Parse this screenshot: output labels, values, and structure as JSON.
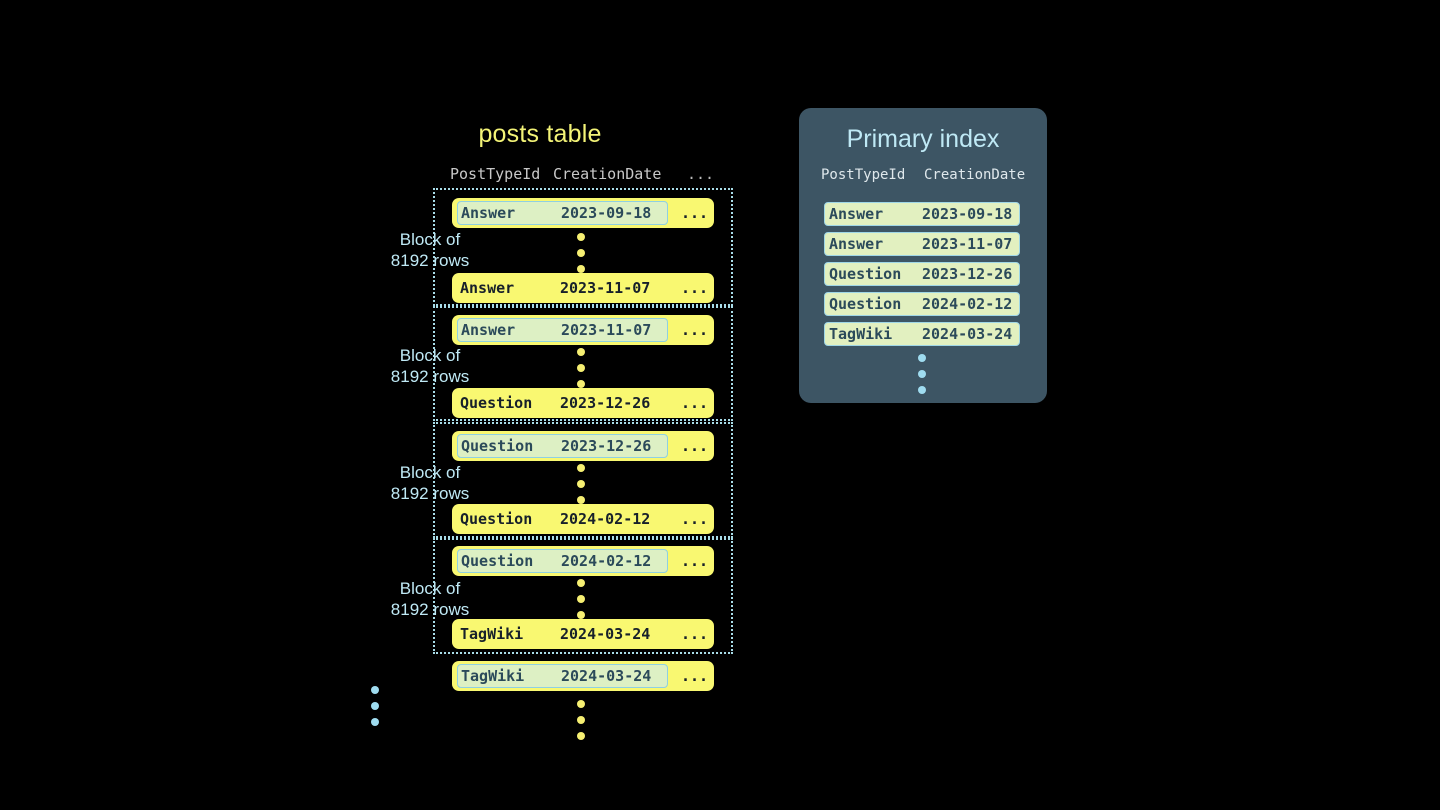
{
  "posts_table": {
    "title": "posts table",
    "columns": [
      "PostTypeId",
      "CreationDate",
      "..."
    ],
    "block_label": "Block of\n8192 rows",
    "block_label_line1": "Block of",
    "block_label_line2": "8192 rows",
    "row_ellipsis": "...",
    "blocks": [
      {
        "label_line1": "Block of",
        "label_line2": "8192 rows",
        "first_row": {
          "post_type_id": "Answer",
          "creation_date": "2023-09-18",
          "more": "...",
          "highlighted": true
        },
        "last_row": {
          "post_type_id": "Answer",
          "creation_date": "2023-11-07",
          "more": "...",
          "highlighted": false
        }
      },
      {
        "label_line1": "Block of",
        "label_line2": "8192 rows",
        "first_row": {
          "post_type_id": "Answer",
          "creation_date": "2023-11-07",
          "more": "...",
          "highlighted": true
        },
        "last_row": {
          "post_type_id": "Question",
          "creation_date": "2023-12-26",
          "more": "...",
          "highlighted": false
        }
      },
      {
        "label_line1": "Block of",
        "label_line2": "8192 rows",
        "first_row": {
          "post_type_id": "Question",
          "creation_date": "2023-12-26",
          "more": "...",
          "highlighted": true
        },
        "last_row": {
          "post_type_id": "Question",
          "creation_date": "2024-02-12",
          "more": "...",
          "highlighted": false
        }
      },
      {
        "label_line1": "Block of",
        "label_line2": "8192 rows",
        "first_row": {
          "post_type_id": "Question",
          "creation_date": "2024-02-12",
          "more": "...",
          "highlighted": true
        },
        "last_row": {
          "post_type_id": "TagWiki",
          "creation_date": "2024-03-24",
          "more": "...",
          "highlighted": false
        }
      }
    ],
    "trailing_row": {
      "post_type_id": "TagWiki",
      "creation_date": "2024-03-24",
      "more": "...",
      "highlighted": true
    }
  },
  "primary_index": {
    "title": "Primary index",
    "columns": [
      "PostTypeId",
      "CreationDate"
    ],
    "rows": [
      {
        "post_type_id": "Answer",
        "creation_date": "2023-09-18"
      },
      {
        "post_type_id": "Answer",
        "creation_date": "2023-11-07"
      },
      {
        "post_type_id": "Question",
        "creation_date": "2023-12-26"
      },
      {
        "post_type_id": "Question",
        "creation_date": "2024-02-12"
      },
      {
        "post_type_id": "TagWiki",
        "creation_date": "2024-03-24"
      }
    ]
  },
  "colors": {
    "background": "#000000",
    "row_yellow": "#f9f871",
    "title_yellow": "#f3f377",
    "highlight_green": "#ddf0c4",
    "accent_blue": "#bfe9f5",
    "panel_slate": "#3d5564",
    "index_row_green": "#e2f0c0"
  }
}
